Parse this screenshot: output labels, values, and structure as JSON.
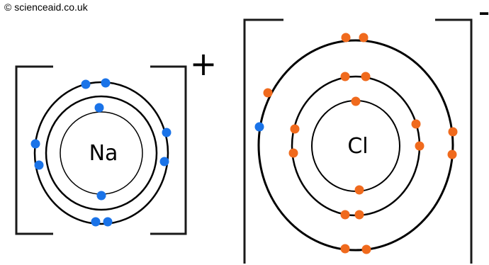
{
  "credit": "© scienceaid.co.uk",
  "sodium_ion": {
    "symbol": "Na",
    "charge": "+",
    "electron_color": "#1a73e8"
  },
  "chloride_ion": {
    "symbol": "Cl",
    "charge": "-",
    "electron_color": "#f06a1d",
    "transferred_electron_color": "#1a73e8"
  },
  "colors": {
    "shell": "#000000",
    "bracket": "#1a1a1a"
  }
}
